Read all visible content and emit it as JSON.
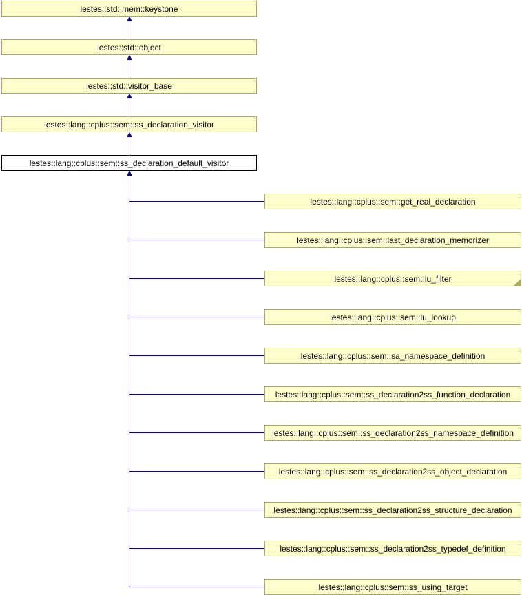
{
  "diagram": {
    "type": "class-inheritance-graph",
    "colors": {
      "node_fill": "#FFFFCE",
      "node_border": "#A9A958",
      "edge": "#000080",
      "focus_node_fill": "#FFFFFF",
      "focus_node_border": "#000000"
    },
    "chain": [
      {
        "label": "lestes::std::mem::keystone"
      },
      {
        "label": "lestes::std::object"
      },
      {
        "label": "lestes::std::visitor_base"
      },
      {
        "label": "lestes::lang::cplus::sem::ss_declaration_visitor"
      },
      {
        "label": "lestes::lang::cplus::sem::ss_declaration_default_visitor",
        "highlighted": true
      }
    ],
    "children": [
      {
        "label": "lestes::lang::cplus::sem::get_real_declaration"
      },
      {
        "label": "lestes::lang::cplus::sem::last_declaration_memorizer"
      },
      {
        "label": "lestes::lang::cplus::sem::lu_filter",
        "truncated": true
      },
      {
        "label": "lestes::lang::cplus::sem::lu_lookup"
      },
      {
        "label": "lestes::lang::cplus::sem::sa_namespace_definition"
      },
      {
        "label": "lestes::lang::cplus::sem::ss_declaration2ss_function_declaration"
      },
      {
        "label": "lestes::lang::cplus::sem::ss_declaration2ss_namespace_definition"
      },
      {
        "label": "lestes::lang::cplus::sem::ss_declaration2ss_object_declaration"
      },
      {
        "label": "lestes::lang::cplus::sem::ss_declaration2ss_structure_declaration"
      },
      {
        "label": "lestes::lang::cplus::sem::ss_declaration2ss_typedef_definition"
      },
      {
        "label": "lestes::lang::cplus::sem::ss_using_target"
      }
    ]
  }
}
